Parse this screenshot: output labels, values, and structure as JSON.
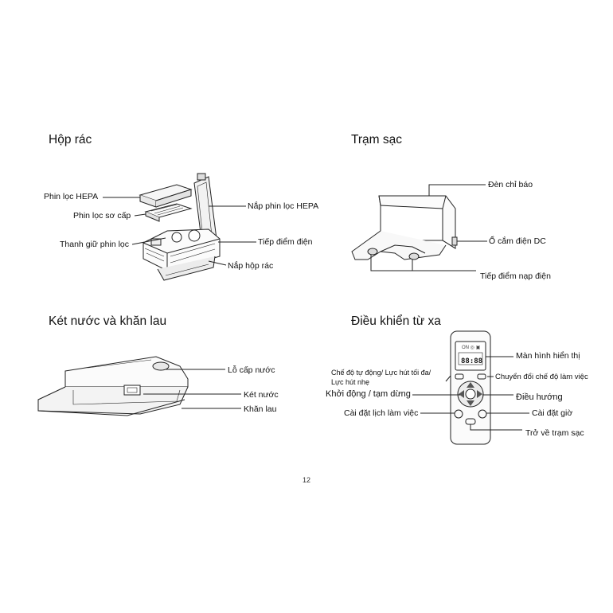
{
  "sections": {
    "trash_box": {
      "title": "Hộp rác",
      "labels": {
        "hepa_filter": "Phin lọc HEPA",
        "primary_filter": "Phin lọc sơ cấp",
        "filter_holder": "Thanh giữ phin lọc",
        "hepa_cover": "Nắp phin lọc HEPA",
        "contacts": "Tiếp điểm điện",
        "box_cover": "Nắp hộp rác"
      }
    },
    "charging_station": {
      "title": "Trạm sạc",
      "labels": {
        "indicator": "Đèn chỉ báo",
        "dc_port": "Ổ cắm điện DC",
        "charge_contacts": "Tiếp điểm nạp điện"
      }
    },
    "water_tank": {
      "title": "Két nước và khăn lau",
      "labels": {
        "fill_hole": "Lỗ cấp nước",
        "tank": "Két nước",
        "mop": "Khăn lau"
      }
    },
    "remote": {
      "title": "Điều khiển từ xa",
      "display_text": "88:88",
      "labels": {
        "screen": "Màn hình hiển thị",
        "auto_mode_line1": "Chế độ tự động/ Lực hút tối đa/",
        "auto_mode_line2": "Lực hút nhẹ",
        "switch_mode": "Chuyển đổi chế độ làm việc",
        "start_stop": "Khởi động / tạm dừng",
        "direction": "Điều hướng",
        "schedule": "Cài đặt lịch làm việc",
        "set_clock": "Cài đặt giờ",
        "return_dock": "Trở về trạm sạc"
      }
    }
  },
  "page_number": "12"
}
